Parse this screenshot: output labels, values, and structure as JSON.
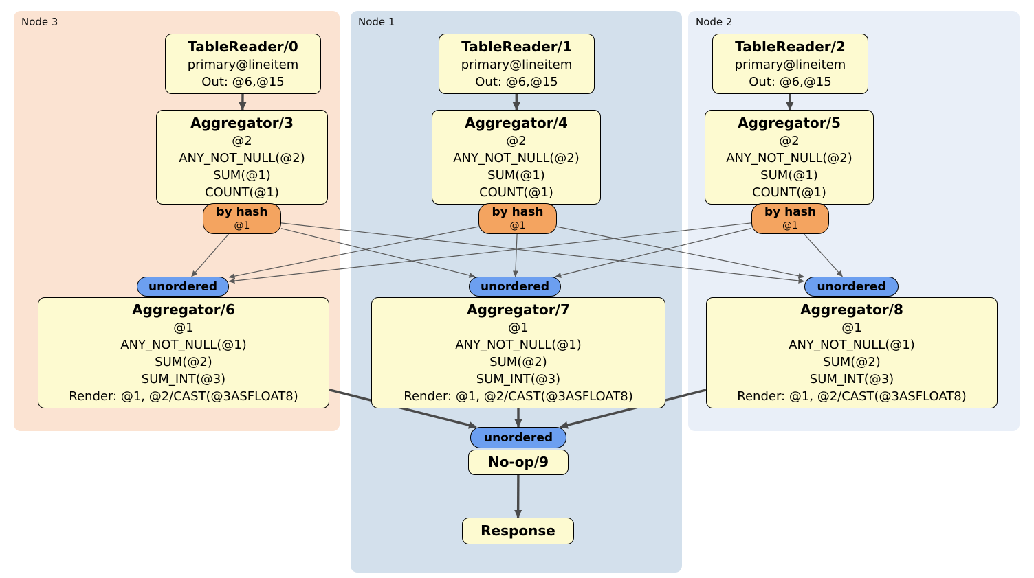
{
  "colors": {
    "canvas-bg": "#ffffff",
    "panel-node3-bg": "#fbe3d2",
    "panel-node1-bg": "#d3e0ec",
    "panel-node2-bg": "#e9eff8",
    "panel-label": "#111111",
    "box-fill": "#fdfad0",
    "box-border": "#000000",
    "router-fill": "#f4a460",
    "stream-fill": "#6c9ff0",
    "edge-thin": "#5a5a5a",
    "edge-thick": "#4a4a4a",
    "text": "#000000"
  },
  "panels": {
    "node3": {
      "label": "Node 3"
    },
    "node1": {
      "label": "Node 1"
    },
    "node2": {
      "label": "Node 2"
    }
  },
  "nodes": {
    "tr0": {
      "title": "TableReader/0",
      "lines": [
        "primary@lineitem",
        "Out: @6,@15"
      ]
    },
    "tr1": {
      "title": "TableReader/1",
      "lines": [
        "primary@lineitem",
        "Out: @6,@15"
      ]
    },
    "tr2": {
      "title": "TableReader/2",
      "lines": [
        "primary@lineitem",
        "Out: @6,@15"
      ]
    },
    "agg3": {
      "title": "Aggregator/3",
      "lines": [
        "@2",
        "ANY_NOT_NULL(@2)",
        "SUM(@1)",
        "COUNT(@1)"
      ]
    },
    "agg4": {
      "title": "Aggregator/4",
      "lines": [
        "@2",
        "ANY_NOT_NULL(@2)",
        "SUM(@1)",
        "COUNT(@1)"
      ]
    },
    "agg5": {
      "title": "Aggregator/5",
      "lines": [
        "@2",
        "ANY_NOT_NULL(@2)",
        "SUM(@1)",
        "COUNT(@1)"
      ]
    },
    "bh3": {
      "title": "by hash",
      "lines": [
        "@1"
      ]
    },
    "bh4": {
      "title": "by hash",
      "lines": [
        "@1"
      ]
    },
    "bh5": {
      "title": "by hash",
      "lines": [
        "@1"
      ]
    },
    "un6": {
      "title": "unordered"
    },
    "un7": {
      "title": "unordered"
    },
    "un8": {
      "title": "unordered"
    },
    "agg6": {
      "title": "Aggregator/6",
      "lines": [
        "@1",
        "ANY_NOT_NULL(@1)",
        "SUM(@2)",
        "SUM_INT(@3)",
        "Render: @1, @2/CAST(@3ASFLOAT8)"
      ]
    },
    "agg7": {
      "title": "Aggregator/7",
      "lines": [
        "@1",
        "ANY_NOT_NULL(@1)",
        "SUM(@2)",
        "SUM_INT(@3)",
        "Render: @1, @2/CAST(@3ASFLOAT8)"
      ]
    },
    "agg8": {
      "title": "Aggregator/8",
      "lines": [
        "@1",
        "ANY_NOT_NULL(@1)",
        "SUM(@2)",
        "SUM_INT(@3)",
        "Render: @1, @2/CAST(@3ASFLOAT8)"
      ]
    },
    "un9": {
      "title": "unordered"
    },
    "noop9": {
      "title": "No-op/9"
    },
    "resp": {
      "title": "Response"
    }
  },
  "edges": [
    {
      "from": "tr0",
      "to": "agg3",
      "style": "thick"
    },
    {
      "from": "tr1",
      "to": "agg4",
      "style": "thick"
    },
    {
      "from": "tr2",
      "to": "agg5",
      "style": "thick"
    },
    {
      "from": "bh3",
      "to": "un6",
      "style": "thin"
    },
    {
      "from": "bh3",
      "to": "un7",
      "style": "thin"
    },
    {
      "from": "bh3",
      "to": "un8",
      "style": "thin"
    },
    {
      "from": "bh4",
      "to": "un6",
      "style": "thin"
    },
    {
      "from": "bh4",
      "to": "un7",
      "style": "thin"
    },
    {
      "from": "bh4",
      "to": "un8",
      "style": "thin"
    },
    {
      "from": "bh5",
      "to": "un6",
      "style": "thin"
    },
    {
      "from": "bh5",
      "to": "un7",
      "style": "thin"
    },
    {
      "from": "bh5",
      "to": "un8",
      "style": "thin"
    },
    {
      "from": "agg6",
      "to": "un9",
      "style": "thick"
    },
    {
      "from": "agg7",
      "to": "un9",
      "style": "thick"
    },
    {
      "from": "agg8",
      "to": "un9",
      "style": "thick"
    },
    {
      "from": "noop9",
      "to": "resp",
      "style": "thick"
    }
  ]
}
